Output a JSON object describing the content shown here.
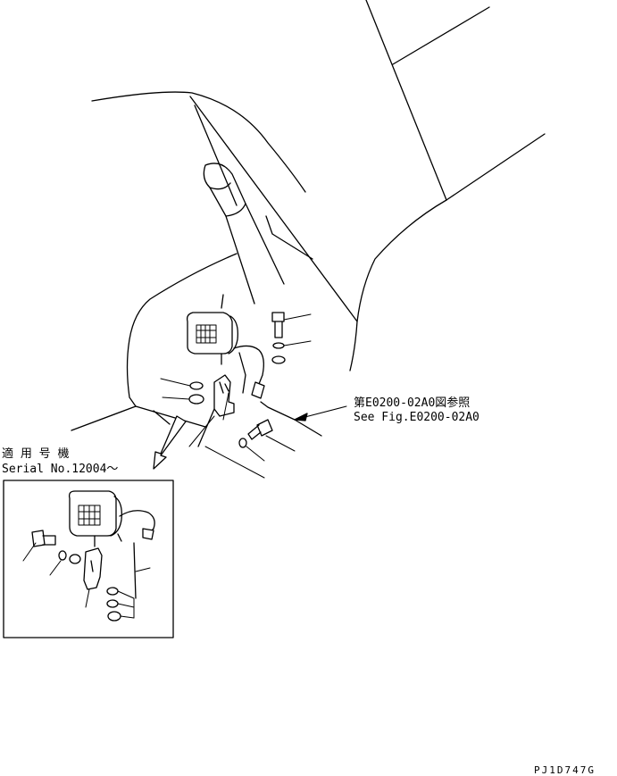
{
  "reference_jp": "第E0200-02A0図参照",
  "reference_en": "See Fig.E0200-02A0",
  "applicable_jp": "適 用 号 機",
  "serial_label": "Serial No.12004～",
  "drawing_code": "PJ1D747G"
}
